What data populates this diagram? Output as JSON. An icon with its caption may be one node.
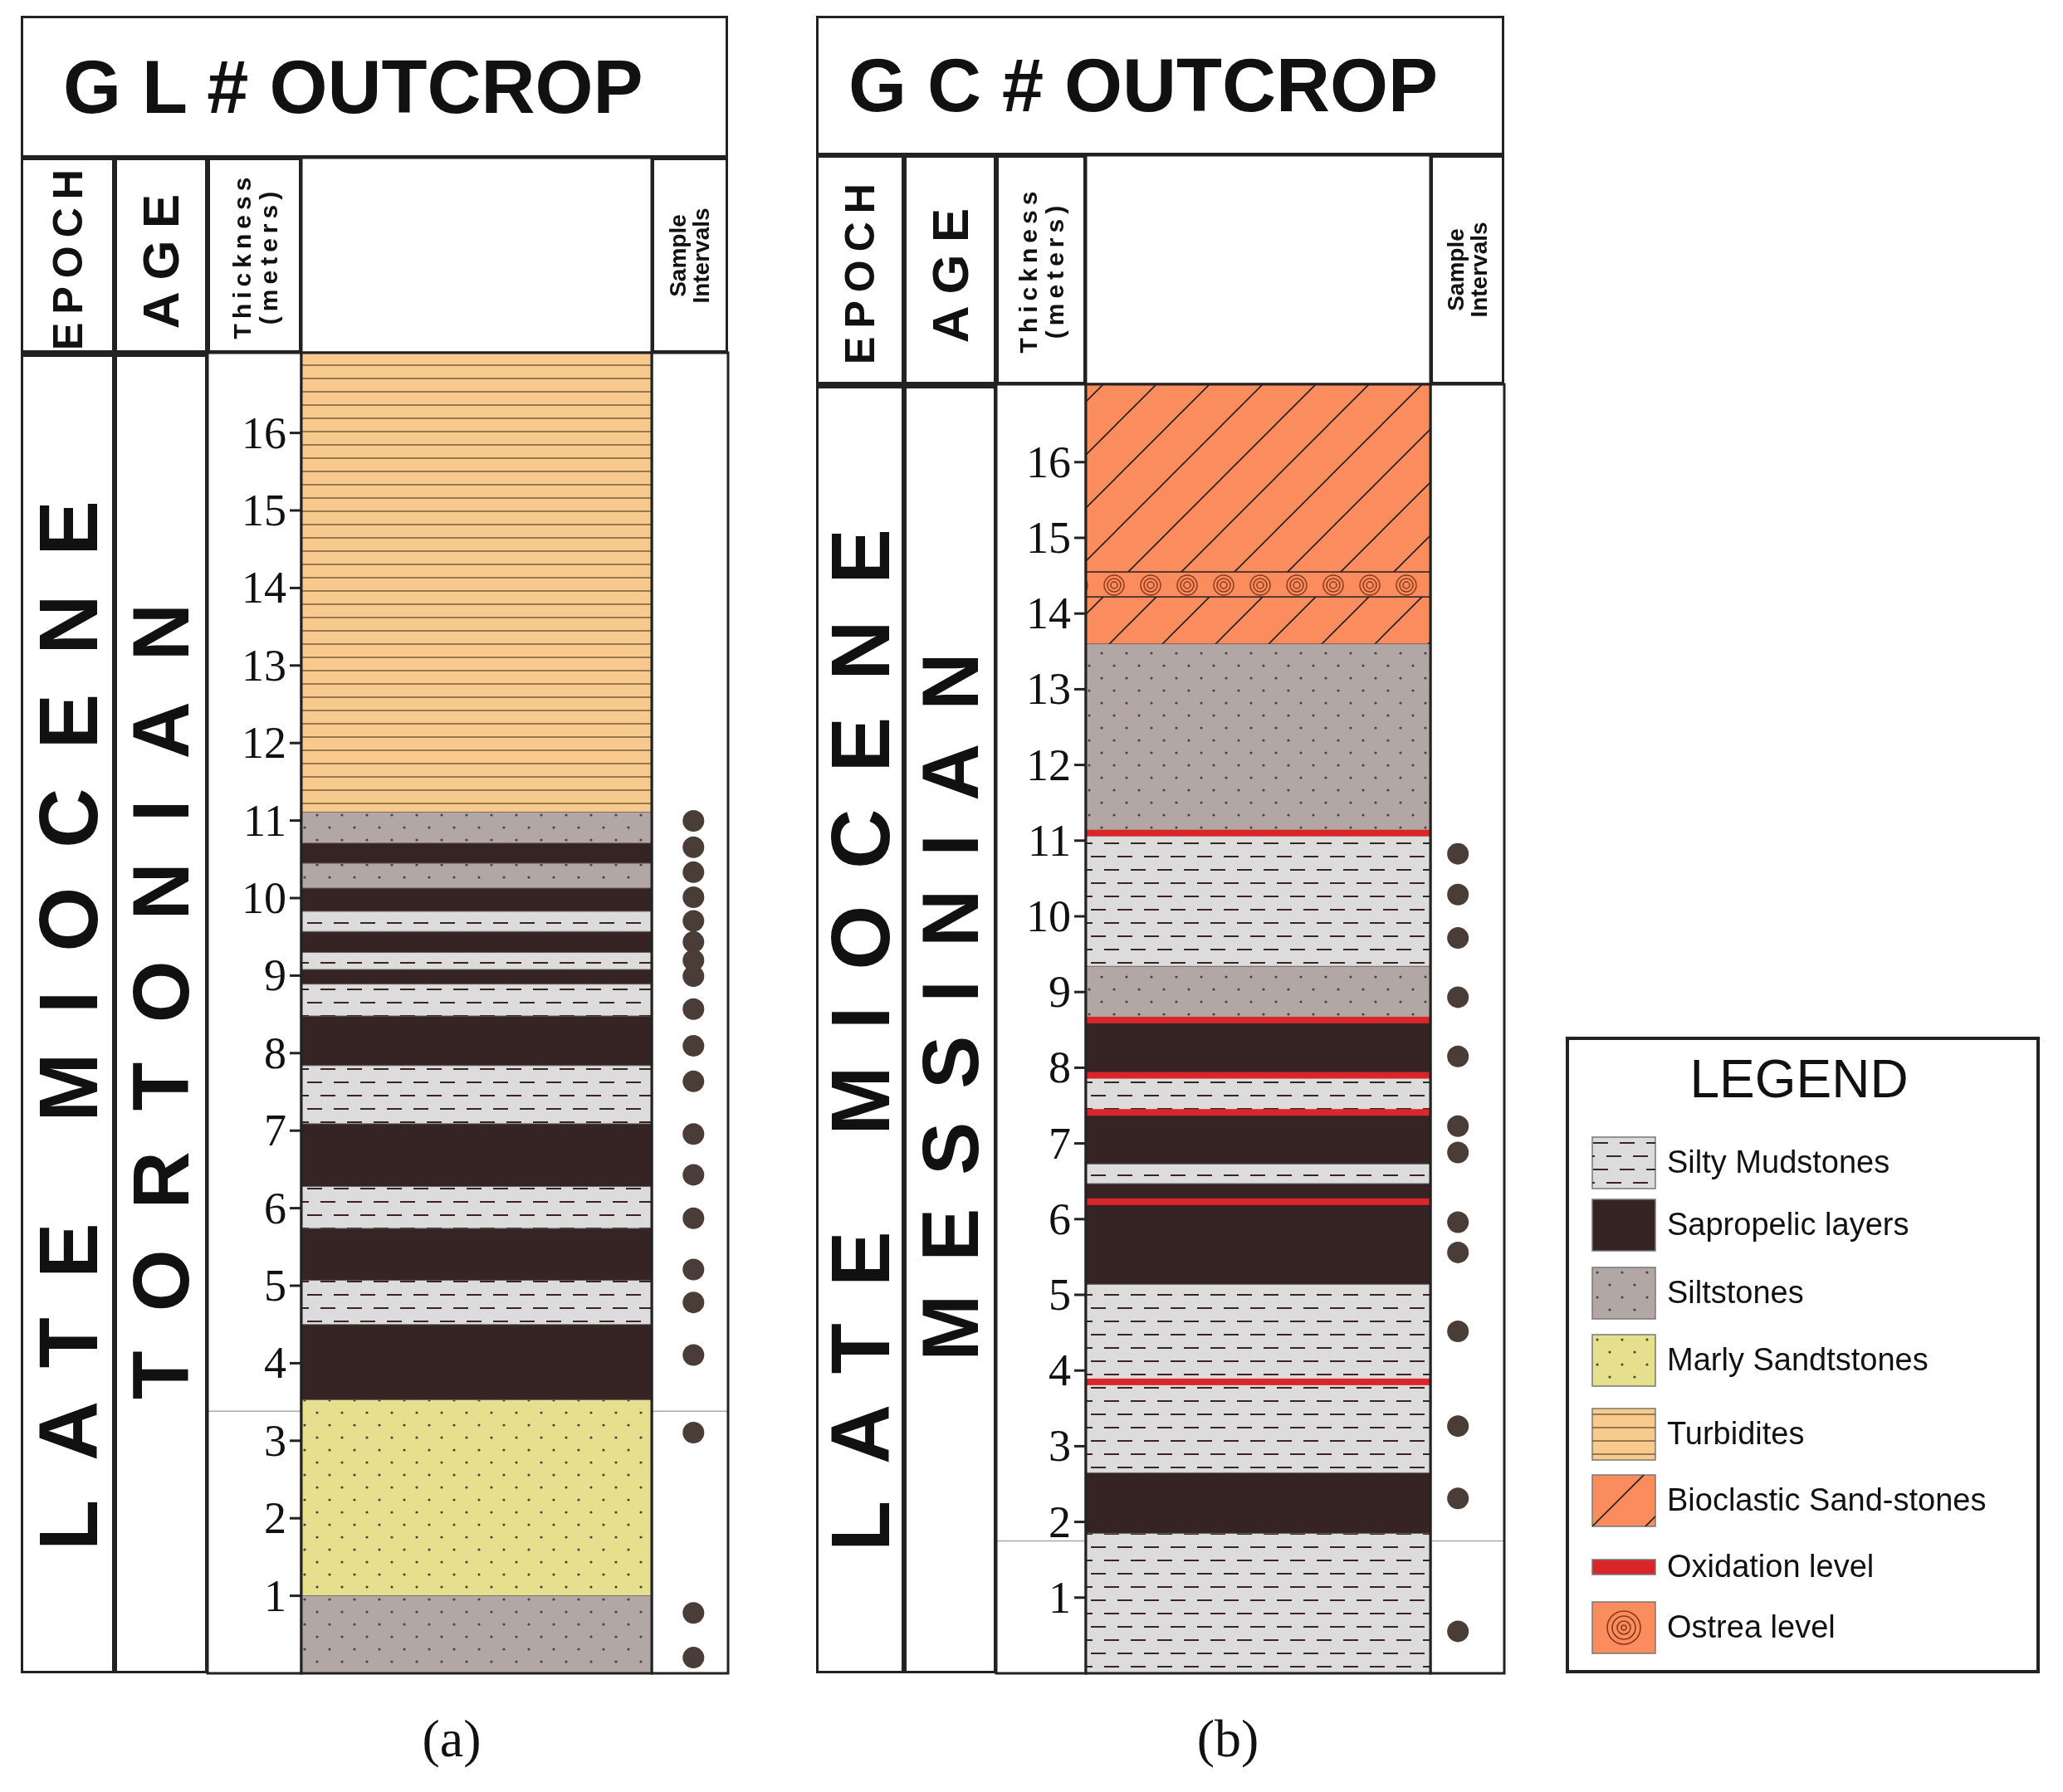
{
  "diagram": {
    "nodes": [
      {
        "text": [
          "G L # OUTCROP"
        ]
      },
      {
        "text": [
          "EPOCH"
        ]
      },
      {
        "text": [
          "AGE"
        ]
      },
      {
        "text": [
          "Thickness (meters)"
        ]
      },
      {
        "text": [
          "Sample Intervals"
        ]
      },
      {
        "text": [
          "LATE MIOCENE"
        ]
      },
      {
        "text": [
          "TORTONIAN"
        ]
      },
      {
        "text": [
          "G C # OUTCROP"
        ]
      },
      {
        "text": [
          "EPOCH"
        ]
      },
      {
        "text": [
          "AGE"
        ]
      },
      {
        "text": [
          "Thickness (meters)"
        ]
      },
      {
        "text": [
          "Sample Intervals"
        ]
      },
      {
        "text": [
          "LATE MIOCENE"
        ]
      },
      {
        "text": [
          "MESSINIAN"
        ]
      }
    ],
    "labels": [
      "16",
      "15",
      "14",
      "13",
      "12",
      "11",
      "10",
      "9",
      "8",
      "7",
      "6",
      "5",
      "4",
      "3",
      "2",
      "1",
      "(a)",
      "16",
      "15",
      "14",
      "13",
      "12",
      "11",
      "10",
      "9",
      "8",
      "7",
      "6",
      "5",
      "4",
      "3",
      "2",
      "1",
      "(b)",
      "LEGEND"
    ],
    "legend": [
      {
        "text": "Silty Mudstones",
        "color": "#dcdcdc"
      },
      {
        "text": "Sapropelic layers",
        "color": "#362424"
      },
      {
        "text": "Siltstones",
        "color": "#b3a7a6"
      },
      {
        "text": "Marly Sandtstones",
        "color": "#e6e08e"
      },
      {
        "text": "Turbidites",
        "color": "#f7c98c"
      },
      {
        "text": "Bioclastic Sand-stones",
        "color": "#fa8c5e"
      },
      {
        "text": "Oxidation level",
        "color": "#d9262a"
      },
      {
        "text": "Ostrea level",
        "color": "#fa8c5e"
      }
    ]
  }
}
